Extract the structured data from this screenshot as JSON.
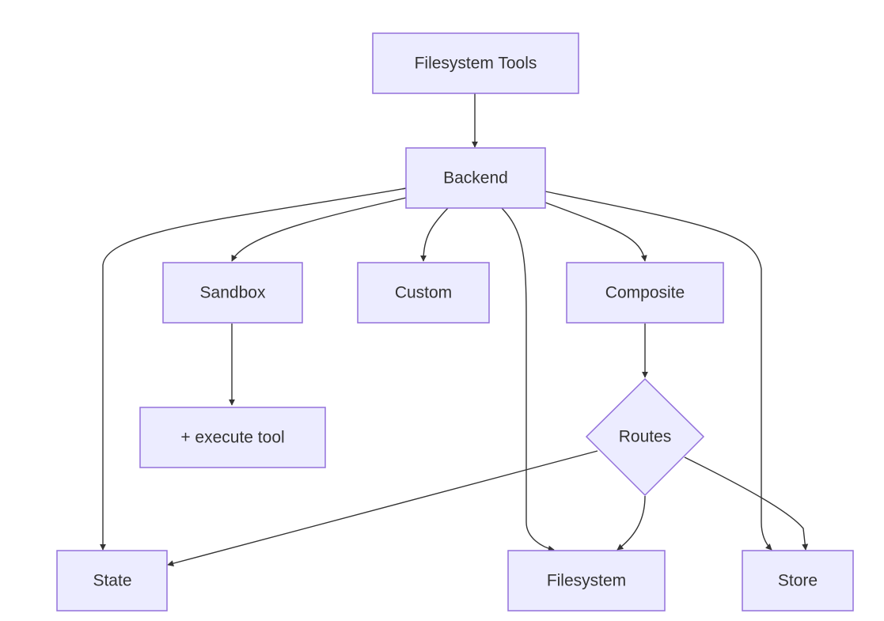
{
  "diagram": {
    "type": "flowchart",
    "colors": {
      "node_fill": "#ECECFF",
      "node_stroke": "#9370DB",
      "edge": "#333333",
      "text": "#333333"
    },
    "nodes": {
      "filesystem_tools": "Filesystem Tools",
      "backend": "Backend",
      "sandbox": "Sandbox",
      "custom": "Custom",
      "composite": "Composite",
      "execute_tool": "+ execute tool",
      "routes": "Routes",
      "state": "State",
      "filesystem": "Filesystem",
      "store": "Store"
    },
    "edges": [
      {
        "from": "filesystem_tools",
        "to": "backend"
      },
      {
        "from": "backend",
        "to": "state"
      },
      {
        "from": "backend",
        "to": "sandbox"
      },
      {
        "from": "backend",
        "to": "custom"
      },
      {
        "from": "backend",
        "to": "filesystem"
      },
      {
        "from": "backend",
        "to": "composite"
      },
      {
        "from": "backend",
        "to": "store"
      },
      {
        "from": "sandbox",
        "to": "execute_tool"
      },
      {
        "from": "composite",
        "to": "routes"
      },
      {
        "from": "routes",
        "to": "state"
      },
      {
        "from": "routes",
        "to": "filesystem"
      },
      {
        "from": "routes",
        "to": "store"
      }
    ]
  }
}
